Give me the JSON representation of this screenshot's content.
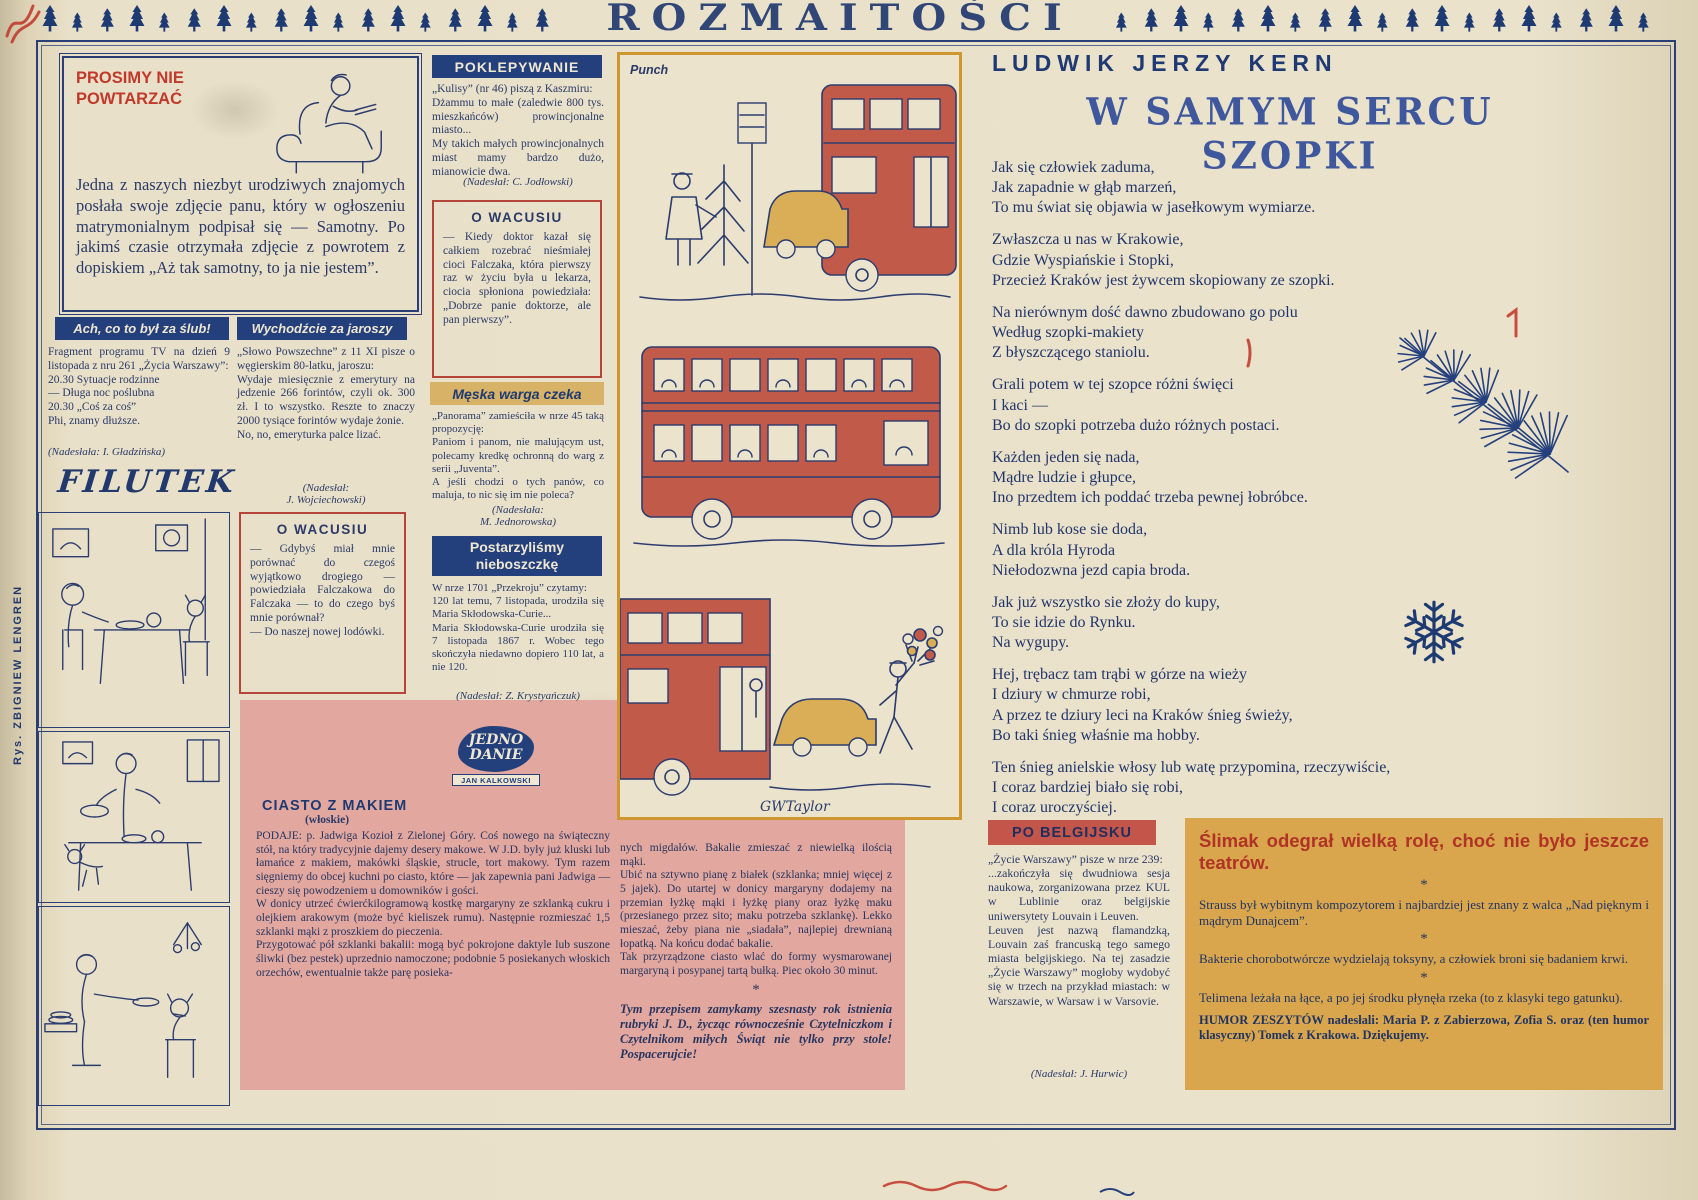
{
  "colors": {
    "ink": "#2b3a68",
    "accent_red": "#c0392b",
    "pink_box": "#e2a89f",
    "gold_frame": "#cf9730",
    "orange_box": "#d9a64e",
    "navy_header": "#23407c"
  },
  "masthead": {
    "title": "ROZMAITOŚCI"
  },
  "margin_credit": "Rys. ZBIGNIEW LENGREN",
  "glyphs": {
    "star": "*"
  },
  "prosimy": {
    "title": "PROSIMY NIE\nPOWTARZAĆ",
    "body": "Jedna z naszych niezbyt urodziwych znajomych posłała swoje zdjęcie panu, który w ogłoszeniu matrymonialnym podpisał się — Samotny. Po jakimś czasie otrzymała zdjęcie z powrotem z dopiskiem „Aż tak samotny, to ja nie jestem”."
  },
  "slub": {
    "header": "Ach, co to był za ślub!",
    "body": "Fragment programu TV na dzień 9 listopada z nru 261 „Życia Warszawy”:\n20.30 Sytuacje rodzinne\n— Długa noc poślubna\n20.30 „Coś za coś”\nPhi, znamy dłuższe.",
    "credit": "(Nadesłała: I. Gładzińska)"
  },
  "filutek": {
    "logo": "FILUTEK"
  },
  "jarosze": {
    "header": "Wychodźcie za jaroszy",
    "body": "„Słowo Powszechne” z 11 XI pisze o węgierskim 80-latku, jaroszu:\nWydaje miesięcznie z emerytury na jedzenie 266 forintów, czyli ok. 300 zł. I to wszystko. Reszte to znaczy 2000 tysiące forintów wydaje żonie.\nNo, no, emeryturka palce lizać.",
    "credit": "(Nadesłał:\nJ. Wojciechowski)"
  },
  "wacus1": {
    "title": "O WACUSIU",
    "body": "— Kiedy doktor kazał się całkiem rozebrać nieśmiałej cioci Falczaka, która pierwszy raz w życiu była u lekarza, ciocia spłoniona powiedziała: „Dobrze panie doktorze, ale pan pierwszy”."
  },
  "wacus2": {
    "title": "O WACUSIU",
    "body": "— Gdybyś miał mnie porównać do czegoś wyjątkowo drogiego — powiedziała Falczakowa do Falczaka — to do czego byś mnie porównał?\n— Do naszej nowej lodówki."
  },
  "poklepywanie": {
    "header": "POKLEPYWANIE",
    "body": "„Kulisy” (nr 46) piszą z Kaszmiru:\nDżammu to małe (zaledwie 800 tys. mieszkańców) prowincjonalne miasto...\nMy takich małych prowincjonalnych miast mamy bardzo dużo, mianowicie dwa.",
    "credit": "(Nadesłał: C. Jodłowski)"
  },
  "warga": {
    "header": "Męska warga czeka",
    "body": "„Panorama” zamieściła w nrze 45 taką propozycję:\nPaniom i panom, nie malującym ust, polecamy kredkę ochronną do warg z serii „Juventa”.\nA jeśli chodzi o tych panów, co maluja, to nic się im nie poleca?",
    "credit": "(Nadesłała:\nM. Jednorowska)"
  },
  "nieboszczka": {
    "header": "Postarzyliśmy\nnieboszczkę",
    "body": "W nrze 1701 „Przekroju” czytamy:\n120 lat temu, 7 listopada, urodziła się Maria Skłodowska-Curie...\nMaria Skłodowska-Curie urodziła się 7 listopada 1867 r. Wobec tego skończyła niedawno dopiero 110 lat, a nie 120.",
    "credit": "(Nadesłał: Z. Krystyańczuk)"
  },
  "punch": {
    "label": "Punch",
    "signature": "GWTaylor"
  },
  "kern": {
    "author": "LUDWIK JERZY KERN",
    "title": "W SAMYM SERCU SZOPKI",
    "stanzas": [
      "Jak się człowiek zaduma,\nJak zapadnie w głąb marzeń,\nTo mu świat się objawia w jasełkowym wymiarze.",
      "Zwłaszcza u nas w Krakowie,\nGdzie Wyspiańskie i Stopki,\nPrzecież Kraków jest żywcem skopiowany ze szopki.",
      "Na nierównym dość dawno zbudowano go polu\nWedług szopki-makiety\nZ błyszczącego staniolu.",
      "Grali potem w tej szopce różni święci\nI kaci —\nBo do szopki potrzeba dużo różnych postaci.",
      "Każden jeden się nada,\nMądre ludzie i głupce,\nIno przedtem ich poddać trzeba pewnej łobróbce.",
      "Nimb lub kose sie doda,\nA dla króla Hyroda\nNiełodozwna jezd capia broda.",
      "Jak już wszystko sie złoży do kupy,\nTo sie idzie do Rynku.\nNa wygupy.",
      "Hej, trębacz tam trąbi w górze na wieży\nI dziury w chmurze robi,\nA przez te dziury leci na Kraków śnieg świeży,\nBo taki śnieg właśnie ma hobby.",
      "Ten śnieg anielskie włosy lub watę przypomina, rzeczywiście,\nI coraz bardziej biało się robi,\nI coraz uroczyściej."
    ]
  },
  "belgijsku": {
    "header": "PO BELGIJSKU",
    "body": "„Życie Warszawy” pisze w nrze 239:\n...zakończyła się dwudniowa sesja naukowa, zorganizowana przez KUL w Lublinie oraz belgijskie uniwersytety Louvain i Leuven.\nLeuven jest nazwą flamandzką, Louvain zaś francuską tego samego miasta belgijskiego. Na tej zasadzie „Życie Warszawy” mogłoby wydobyć się w trzech na przykład miastach: w Warszawie, w Warsaw i w Varsovie.",
    "credit": "(Nadesłał: J. Hurwic)"
  },
  "slimak": {
    "title": "Ślimak odegrał wielką rolę, choć nie było jeszcze teatrów.",
    "items": [
      "Strauss był wybitnym kompozytorem i najbardziej jest znany z walca „Nad pięknym i mądrym Dunajcem”.",
      "Bakterie chorobotwórcze wydzielają toksyny, a człowiek broni się badaniem krwi.",
      "Telimena leżała na łące, a po jej środku płynęła rzeka (to z klasyki tego gatunku)."
    ],
    "footer": "HUMOR ZESZYTÓW nadesłali: Maria P. z Zabierzowa, Zofia S. oraz (ten humor klasyczny) Tomek z Krakowa. Dziękujemy."
  },
  "ciasto": {
    "logo_top": "JEDNO\nDANIE",
    "logo_sub": "JAN KALKOWSKI",
    "title": "CIASTO Z MAKIEM",
    "subtitle": "(włoskie)",
    "col1": "PODAJE: p. Jadwiga Kozioł z Zielonej Góry. Coś nowego na świąteczny stół, na który tradycyjnie dajemy desery makowe. W J.D. były już kluski lub łamańce z makiem, makówki śląskie, strucle, tort makowy. Tym razem sięgniemy do obcej kuchni po ciasto, które — jak zapewnia pani Jadwiga — cieszy się powodzeniem u domowników i gości.\nW donicy utrzeć ćwierćkilogramową kostkę margaryny ze szklanką cukru i olejkiem arakowym (może być kieliszek rumu). Następnie rozmieszać 1,5 szklanki mąki z proszkiem do pieczenia.\nPrzygotować pół szklanki bakalii: mogą być pokrojone daktyle lub suszone śliwki (bez pestek) uprzednio namoczone; podobnie 5 posiekanych włoskich orzechów, ewentualnie także parę posieka-",
    "col2": "nych migdałów. Bakalie zmieszać z niewielką ilością mąki.\nUbić na sztywno pianę z białek (szklanka; mniej więcej z 5 jajek). Do utartej w donicy margaryny dodajemy na przemian łyżkę mąki i łyżkę piany oraz łyżkę maku (przesianego przez sito; maku potrzeba szklankę). Lekko mieszać, żeby piana nie „siadała”, najlepiej drewnianą łopatką. Na końcu dodać bakalie.\nTak przyrządzone ciasto wlać do formy wysmarowanej margaryną i posypanej tartą bułką. Piec około 30 minut.",
    "footer": "Tym przepisem zamykamy szesnasty rok istnienia rubryki J. D., życząc równocześnie Czytelniczkom i Czytelnikom miłych Świąt nie tylko przy stole! Pospacerujcie!"
  }
}
